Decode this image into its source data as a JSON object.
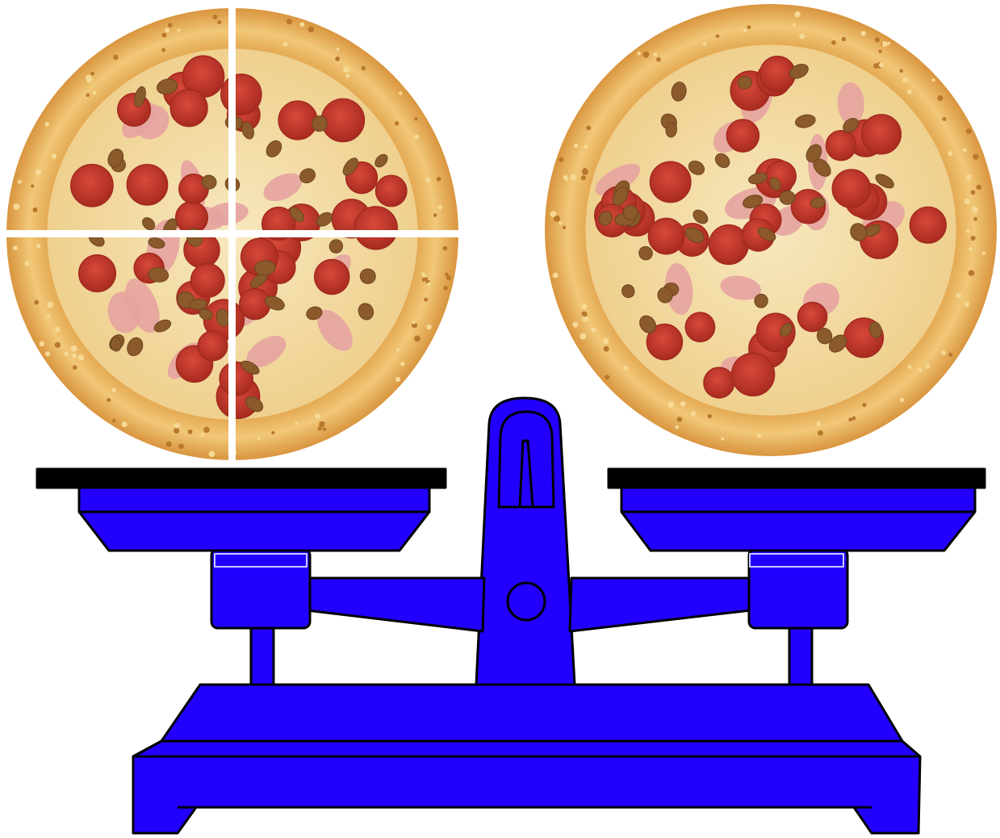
{
  "scene": {
    "background": "#ffffff",
    "scale_color": "#2200ff",
    "outline_color": "#000000",
    "pan_top_color": "#000000",
    "crust_color": "#e8b35a",
    "crust_shadow": "#c98a34",
    "cheese_color": "#f4e2b0",
    "pepperoni_color": "#c8392b",
    "pepperoni_dark": "#a32a1f",
    "ham_color": "#e6a3a0",
    "sausage_color": "#8a5a2b",
    "cut_color": "#ffffff"
  },
  "left_pizza": {
    "slices": 4,
    "state": "cut into quarters"
  },
  "right_pizza": {
    "slices": 1,
    "state": "whole"
  },
  "balance": {
    "state": "level"
  }
}
